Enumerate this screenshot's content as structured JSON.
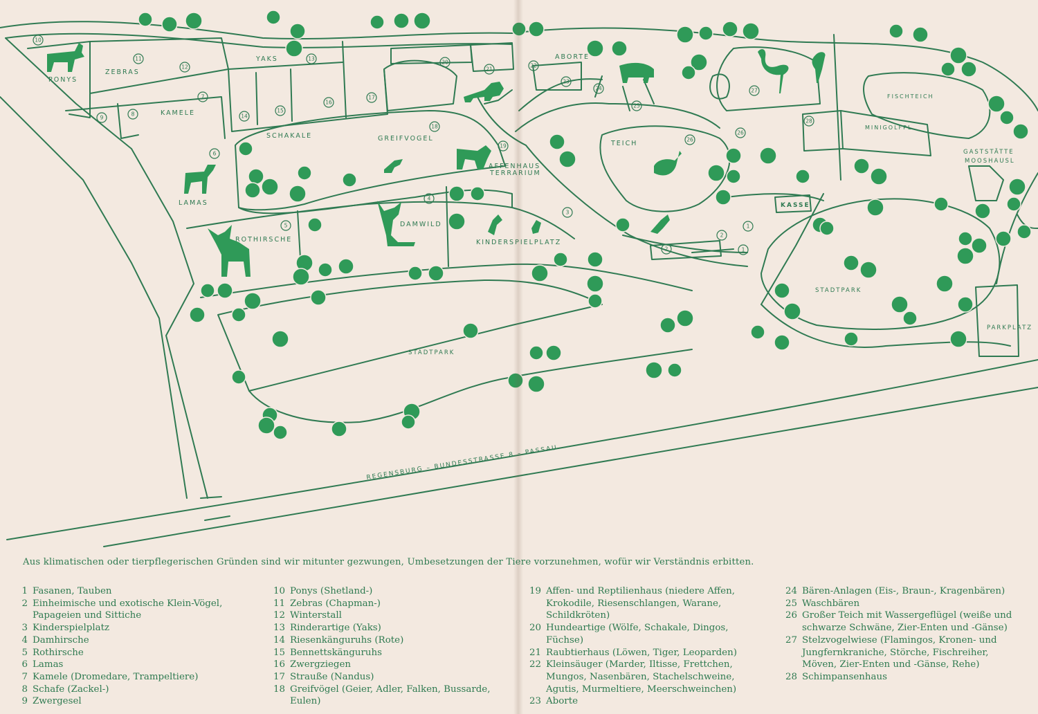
{
  "map": {
    "enclosure_labels": {
      "ponys": "PONYS",
      "zebras": "ZEBRAS",
      "yaks": "YAKS",
      "kamele": "KAMELE",
      "schakale": "SCHAKALE",
      "greifvoegel": "GREIFVOGEL",
      "lamas": "LAMAS",
      "rothirsche": "ROTHIRSCHE",
      "damwild": "DAMWILD",
      "affenhaus": "AFFENHAUS",
      "terrarium": "TERRARIUM",
      "kinderspielplatz": "KINDERSPIELPLATZ",
      "aborte": "ABORTE",
      "teich": "TEICH",
      "fischteich": "FISCHTEICH",
      "minigolf": "MINIGOLFPL.",
      "gaststaette1": "GASTSTÄTTE",
      "gaststaette2": "MOOSHAUSL",
      "kasse": "KASSE",
      "stadtpark_left": "STADTPARK",
      "stadtpark_right": "STADTPARK",
      "parkplatz": "PARKPLATZ",
      "road": "REGENSBURG – BUNDESSTRASSE 8 – PASSAU"
    },
    "markers": [
      "10",
      "11",
      "12",
      "13",
      "7",
      "8",
      "9",
      "14",
      "15",
      "16",
      "17",
      "20",
      "21",
      "22",
      "23",
      "24",
      "25",
      "18",
      "19",
      "6",
      "4",
      "5",
      "3",
      "26",
      "26",
      "27",
      "28",
      "2",
      "2",
      "1",
      "1"
    ],
    "colors": {
      "ink": "#2f7a52",
      "paper": "#f3e9e0",
      "tree": "#2f9a58"
    }
  },
  "note": "Aus klimatischen oder tierpflegerischen Gründen sind wir mitunter gezwungen, Umbesetzungen der Tiere vorzunehmen, wofür wir Verständnis erbitten.",
  "legend": {
    "col1": [
      {
        "num": "1",
        "text": "Fasanen, Tauben"
      },
      {
        "num": "2",
        "text": "Einheimische und exotische Klein-Vögel, Papageien und Sittiche"
      },
      {
        "num": "3",
        "text": "Kinderspielplatz"
      },
      {
        "num": "4",
        "text": "Damhirsche"
      },
      {
        "num": "5",
        "text": "Rothirsche"
      },
      {
        "num": "6",
        "text": "Lamas"
      },
      {
        "num": "7",
        "text": "Kamele (Dromedare, Trampeltiere)"
      },
      {
        "num": "8",
        "text": "Schafe (Zackel-)"
      },
      {
        "num": "9",
        "text": "Zwergesel"
      }
    ],
    "col2": [
      {
        "num": "10",
        "text": "Ponys (Shetland-)"
      },
      {
        "num": "11",
        "text": "Zebras (Chapman-)"
      },
      {
        "num": "12",
        "text": "Winterstall"
      },
      {
        "num": "13",
        "text": "Rinderartige (Yaks)"
      },
      {
        "num": "14",
        "text": "Riesenkänguruhs (Rote)"
      },
      {
        "num": "15",
        "text": "Bennettskänguruhs"
      },
      {
        "num": "16",
        "text": "Zwergziegen"
      },
      {
        "num": "17",
        "text": "Strauße (Nandus)"
      },
      {
        "num": "18",
        "text": "Greifvögel (Geier, Adler, Falken, Bussarde, Eulen)"
      }
    ],
    "col3": [
      {
        "num": "19",
        "text": "Affen- und Reptilienhaus (niedere Affen, Krokodile, Riesenschlangen, Warane, Schildkröten)"
      },
      {
        "num": "20",
        "text": "Hundeartige (Wölfe, Schakale, Dingos, Füchse)"
      },
      {
        "num": "21",
        "text": "Raubtierhaus (Löwen, Tiger, Leoparden)"
      },
      {
        "num": "22",
        "text": "Kleinsäuger (Marder, Iltisse, Frettchen, Mungos, Nasenbären, Stachelschweine, Agutis, Murmeltiere, Meerschweinchen)"
      },
      {
        "num": "23",
        "text": "Aborte"
      }
    ],
    "col4": [
      {
        "num": "24",
        "text": "Bären-Anlagen (Eis-, Braun-, Kragenbären)"
      },
      {
        "num": "25",
        "text": "Waschbären"
      },
      {
        "num": "26",
        "text": "Großer Teich mit Wassergeflügel (weiße und schwarze Schwäne, Zier-Enten und -Gänse)"
      },
      {
        "num": "27",
        "text": "Stelzvogelwiese (Flamingos, Kronen- und Jungfernkraniche, Störche, Fischreiher, Möven, Zier-Enten und -Gänse, Rehe)"
      },
      {
        "num": "28",
        "text": "Schimpansenhaus"
      }
    ]
  }
}
